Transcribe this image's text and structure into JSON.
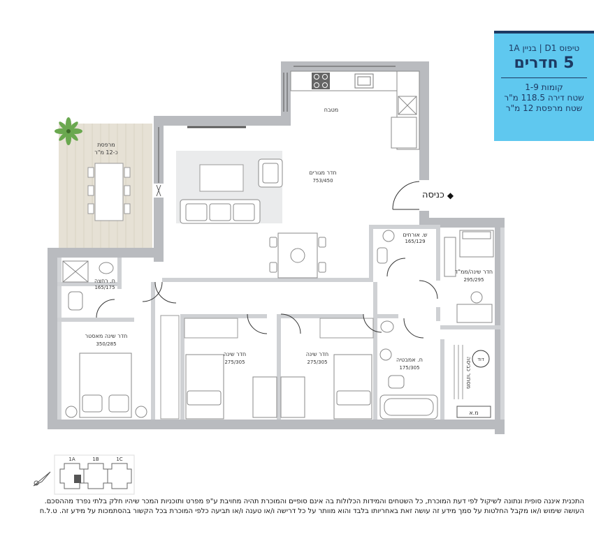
{
  "badge": {
    "type_building": "טיפוס D1 | בניין 1A",
    "rooms": "5 חדרים",
    "floors": "קומות 1-9",
    "apt_area": "שטח דירה 118.5 מ\"ר",
    "balcony_area": "שטח מרפסת 12 מ\"ר"
  },
  "entrance": {
    "label": "כניסה"
  },
  "rooms": {
    "balcony": {
      "name": "מרפסת",
      "size": "כ-12 מ\"ר"
    },
    "kitchen": {
      "name": "מטבח"
    },
    "living": {
      "name": "חדר מגורים",
      "size": "753/450"
    },
    "guest_wc": {
      "name": "ש. אורחים",
      "size": "165/129"
    },
    "safe_room": {
      "name": "חדר שינה/ממ\"ד",
      "size": "295/295"
    },
    "shower": {
      "name": "ח. רחצה",
      "size": "165/175"
    },
    "master": {
      "name": "חדר שינה מאסטר",
      "size": "350/285"
    },
    "bed2": {
      "name": "חדר שינה",
      "size": "275/305"
    },
    "bed3": {
      "name": "חדר שינה",
      "size": "275/305"
    },
    "bath": {
      "name": "ח. אמבטיה",
      "size": "175/305"
    },
    "laundry": {
      "name": "מסתור כביסה"
    },
    "boiler": {
      "name": "דוד"
    },
    "ac": {
      "name": "מ.א"
    }
  },
  "keyplan": {
    "labels": [
      "1A",
      "1B",
      "1C"
    ]
  },
  "disclaimer": {
    "line1": "התכנית איננה סופית ונתונה לשיקול לפי דעת המוכרת, כל השטחים והמידות הכלולות בה אינם סופיים והמוכרת תהיה מחויבת ע\"פ מפרט ותוכניות המכר שיהיו חלק בלתי נפרד מההסכם.",
    "line2": "העושה שימוש ו/או מקבל החלטות על סמך מידע זה עושה זאת באחריותו בלבד והוא מוותר על כל דרישה ו/או טענה ו/או תביעה כלפי המוכרת בכל הקשור בהסתמכות על מידע זה. ט.ל.ח"
  },
  "colors": {
    "wall": "#b9bbbf",
    "badge_bg": "#5fc8ef",
    "badge_text": "#1d3a63",
    "deck": "#e6e1d5"
  }
}
